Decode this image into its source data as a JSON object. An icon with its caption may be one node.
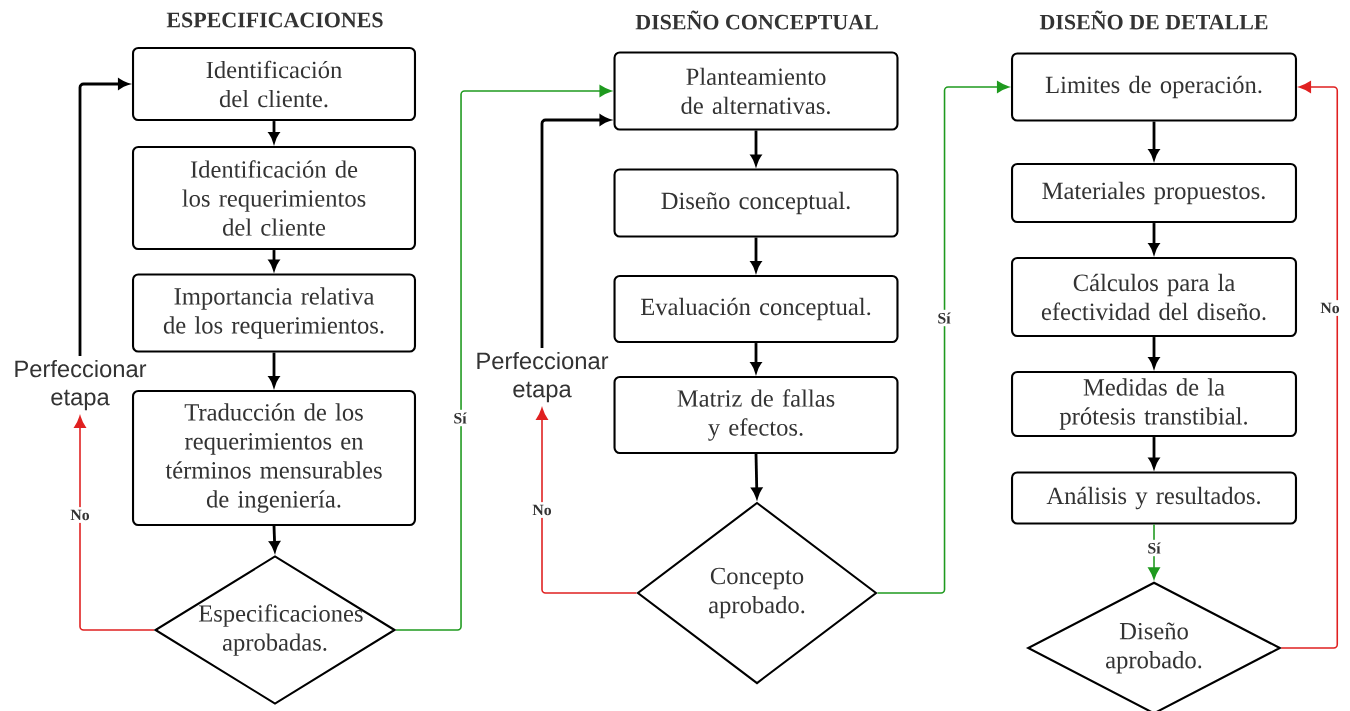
{
  "diagram": {
    "nodes": [
      {
        "text": [
          "Identificación del cliente."
        ]
      },
      {
        "text": [
          "Identificación de los requerimientos del cliente"
        ]
      },
      {
        "text": [
          "Importancia relativa de los requerimientos."
        ]
      },
      {
        "text": [
          "Traducción de los requerimientos en términos mensurables de ingeniería."
        ]
      },
      {
        "text": [
          "Especificaciones aprobadas."
        ]
      },
      {
        "text": [
          "Perfeccionar etapa"
        ]
      },
      {
        "text": [
          "Planteamiento de alternativas."
        ]
      },
      {
        "text": [
          "Diseño conceptual."
        ]
      },
      {
        "text": [
          "Evaluación conceptual."
        ]
      },
      {
        "text": [
          "Matriz de fallas y efectos."
        ]
      },
      {
        "text": [
          "Concepto aprobado."
        ]
      },
      {
        "text": [
          "Perfeccionar etapa"
        ]
      },
      {
        "text": [
          "Limites de operación."
        ]
      },
      {
        "text": [
          "Materiales propuestos."
        ]
      },
      {
        "text": [
          "Cálculos para la efectividad del diseño."
        ]
      },
      {
        "text": [
          "Medidas de la prótesis transtibial."
        ]
      },
      {
        "text": [
          "Análisis y resultados."
        ]
      },
      {
        "text": [
          "Diseño aprobado."
        ]
      }
    ],
    "edges": [
      {
        "from": 0,
        "to": 1,
        "arrow": "to"
      },
      {
        "from": 1,
        "to": 2,
        "arrow": "to"
      },
      {
        "from": 2,
        "to": 3,
        "arrow": "to"
      },
      {
        "from": 3,
        "to": 4,
        "arrow": "to"
      },
      {
        "from": 4,
        "to": 5,
        "arrow": "to",
        "label": "No",
        "color": "#e02020"
      },
      {
        "from": 5,
        "to": 0,
        "arrow": "to"
      },
      {
        "from": 4,
        "to": 6,
        "arrow": "to",
        "label": "Sí",
        "color": "#1f9a1f"
      },
      {
        "from": 6,
        "to": 7,
        "arrow": "to"
      },
      {
        "from": 7,
        "to": 8,
        "arrow": "to"
      },
      {
        "from": 8,
        "to": 9,
        "arrow": "to"
      },
      {
        "from": 9,
        "to": 10,
        "arrow": "to"
      },
      {
        "from": 10,
        "to": 11,
        "arrow": "to",
        "label": "No",
        "color": "#e02020"
      },
      {
        "from": 11,
        "to": 6,
        "arrow": "to"
      },
      {
        "from": 10,
        "to": 12,
        "arrow": "to",
        "label": "Sí",
        "color": "#1f9a1f"
      },
      {
        "from": 12,
        "to": 13,
        "arrow": "to"
      },
      {
        "from": 13,
        "to": 14,
        "arrow": "to"
      },
      {
        "from": 14,
        "to": 15,
        "arrow": "to"
      },
      {
        "from": 15,
        "to": 16,
        "arrow": "to"
      },
      {
        "from": 16,
        "to": 17,
        "arrow": "to",
        "label": "Sí",
        "color": "#1f9a1f"
      },
      {
        "from": 17,
        "to": 12,
        "arrow": "to",
        "label": "No",
        "color": "#e02020"
      }
    ],
    "labels": [
      "ESPECIFICACIONES",
      "DISEÑO CONCEPTUAL",
      "DISEÑO DE DETALLE"
    ]
  }
}
